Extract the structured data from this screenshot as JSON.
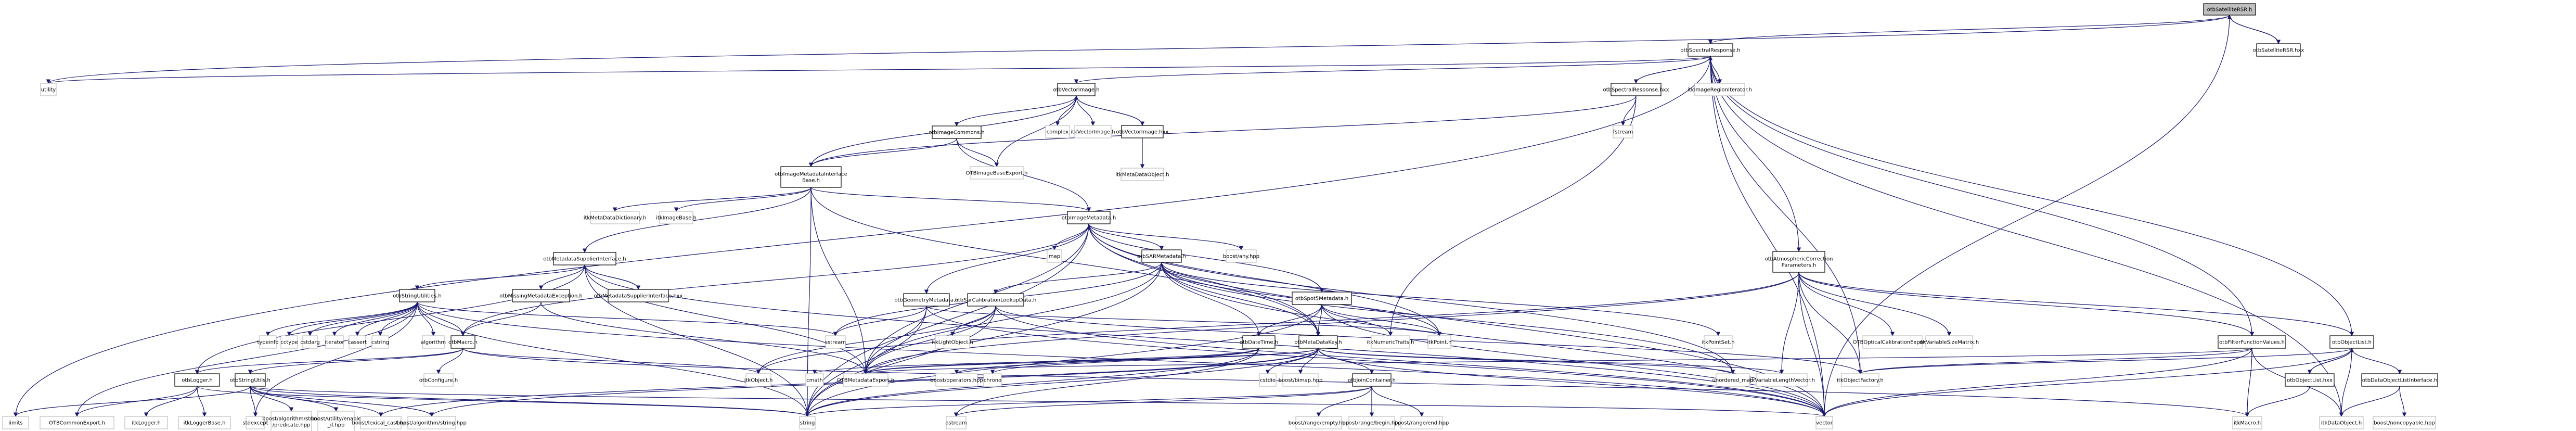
{
  "title": "otbSatelliteRSR.h include dependency graph",
  "colors": {
    "edge": "#191970",
    "root_fill": "#bfbfbf",
    "internal_border": "#000000",
    "external_border": "#bfbfbf"
  },
  "nodes": [
    {
      "id": "root",
      "label": [
        "otbSatelliteRSR.h"
      ],
      "kind": "root"
    },
    {
      "id": "srh",
      "label": [
        "otbSpectralResponse.h"
      ],
      "kind": "internal"
    },
    {
      "id": "rsrhxx",
      "label": [
        "otbSatelliteRSR.hxx"
      ],
      "kind": "internal"
    },
    {
      "id": "utility",
      "label": [
        "utility"
      ],
      "kind": "external"
    },
    {
      "id": "vih",
      "label": [
        "otbVectorImage.h"
      ],
      "kind": "internal"
    },
    {
      "id": "srhxx",
      "label": [
        "otbSpectralResponse.hxx"
      ],
      "kind": "internal"
    },
    {
      "id": "iriter",
      "label": [
        "itkImageRegionIterator.h"
      ],
      "kind": "external"
    },
    {
      "id": "imcommons",
      "label": [
        "otbImageCommons.h"
      ],
      "kind": "internal"
    },
    {
      "id": "complex",
      "label": [
        "complex"
      ],
      "kind": "external"
    },
    {
      "id": "itkvi",
      "label": [
        "itkVectorImage.h"
      ],
      "kind": "external"
    },
    {
      "id": "vihxx",
      "label": [
        "otbVectorImage.hxx"
      ],
      "kind": "internal"
    },
    {
      "id": "fstream",
      "label": [
        "fstream"
      ],
      "kind": "external"
    },
    {
      "id": "imbaseexp",
      "label": [
        "OTBImageBaseExport.h"
      ],
      "kind": "external"
    },
    {
      "id": "mdobj",
      "label": [
        "itkMetaDataObject.h"
      ],
      "kind": "external"
    },
    {
      "id": "imib",
      "label": [
        "otbImageMetadataInterface",
        "Base.h"
      ],
      "kind": "internal"
    },
    {
      "id": "mddict",
      "label": [
        "itkMetaDataDictionary.h"
      ],
      "kind": "external"
    },
    {
      "id": "imbase",
      "label": [
        "itkImageBase.h"
      ],
      "kind": "external"
    },
    {
      "id": "immd",
      "label": [
        "otbImageMetadata.h"
      ],
      "kind": "internal"
    },
    {
      "id": "msi",
      "label": [
        "otbMetadataSupplierInterface.h"
      ],
      "kind": "internal"
    },
    {
      "id": "map",
      "label": [
        "map"
      ],
      "kind": "external"
    },
    {
      "id": "sarmd",
      "label": [
        "otbSARMetadata.h"
      ],
      "kind": "internal"
    },
    {
      "id": "anyhpp",
      "label": [
        "boost/any.hpp"
      ],
      "kind": "external"
    },
    {
      "id": "acp",
      "label": [
        "otbAtmosphericCorrection",
        "Parameters.h"
      ],
      "kind": "internal"
    },
    {
      "id": "strutil",
      "label": [
        "otbStringUtilities.h"
      ],
      "kind": "internal"
    },
    {
      "id": "mme",
      "label": [
        "otbMissingMetadataException.h"
      ],
      "kind": "internal"
    },
    {
      "id": "msihxx",
      "label": [
        "otbMetadataSupplierInterface.hxx"
      ],
      "kind": "internal"
    },
    {
      "id": "geomd",
      "label": [
        "otbGeometryMetadata.h"
      ],
      "kind": "internal"
    },
    {
      "id": "sarcal",
      "label": [
        "otbSarCalibrationLookupData.h"
      ],
      "kind": "internal"
    },
    {
      "id": "spot5",
      "label": [
        "otbSpot5Metadata.h"
      ],
      "kind": "internal"
    },
    {
      "id": "typeinfo",
      "label": [
        "typeinfo"
      ],
      "kind": "external"
    },
    {
      "id": "cctype",
      "label": [
        "cctype"
      ],
      "kind": "external"
    },
    {
      "id": "cstdarg",
      "label": [
        "cstdarg"
      ],
      "kind": "external"
    },
    {
      "id": "iterator",
      "label": [
        "iterator"
      ],
      "kind": "external"
    },
    {
      "id": "cassert",
      "label": [
        "cassert"
      ],
      "kind": "external"
    },
    {
      "id": "cstring",
      "label": [
        "cstring"
      ],
      "kind": "external"
    },
    {
      "id": "algorithm",
      "label": [
        "algorithm"
      ],
      "kind": "external"
    },
    {
      "id": "otbmacro",
      "label": [
        "otbMacro.h"
      ],
      "kind": "internal"
    },
    {
      "id": "sstream",
      "label": [
        "sstream"
      ],
      "kind": "external"
    },
    {
      "id": "lightobj",
      "label": [
        "itkLightObject.h"
      ],
      "kind": "external"
    },
    {
      "id": "datetime",
      "label": [
        "otbDateTime.h"
      ],
      "kind": "internal"
    },
    {
      "id": "mdkey",
      "label": [
        "otbMetaDataKey.h"
      ],
      "kind": "internal"
    },
    {
      "id": "numtraits",
      "label": [
        "itkNumericTraits.h"
      ],
      "kind": "external"
    },
    {
      "id": "itkpoint",
      "label": [
        "itkPoint.h"
      ],
      "kind": "external"
    },
    {
      "id": "itkpointset",
      "label": [
        "itkPointSet.h"
      ],
      "kind": "external"
    },
    {
      "id": "optcalexp",
      "label": [
        "OTBOpticalCalibrationExport.h"
      ],
      "kind": "external"
    },
    {
      "id": "varsizemat",
      "label": [
        "itkVariableSizeMatrix.h"
      ],
      "kind": "external"
    },
    {
      "id": "ffv",
      "label": [
        "otbFilterFunctionValues.h"
      ],
      "kind": "internal"
    },
    {
      "id": "objlist",
      "label": [
        "otbObjectList.h"
      ],
      "kind": "internal"
    },
    {
      "id": "logger",
      "label": [
        "otbLogger.h"
      ],
      "kind": "internal"
    },
    {
      "id": "strutils",
      "label": [
        "otbStringUtils.h"
      ],
      "kind": "internal"
    },
    {
      "id": "configure",
      "label": [
        "otbConfigure.h"
      ],
      "kind": "external"
    },
    {
      "id": "itkobject",
      "label": [
        "itkObject.h"
      ],
      "kind": "external"
    },
    {
      "id": "cmath",
      "label": [
        "cmath"
      ],
      "kind": "external"
    },
    {
      "id": "mdexport",
      "label": [
        "OTBMetadataExport.h"
      ],
      "kind": "external"
    },
    {
      "id": "operators",
      "label": [
        "boost/operators.hpp"
      ],
      "kind": "external"
    },
    {
      "id": "chrono",
      "label": [
        "chrono"
      ],
      "kind": "external"
    },
    {
      "id": "cstdio",
      "label": [
        "cstdio"
      ],
      "kind": "external"
    },
    {
      "id": "bimap",
      "label": [
        "boost/bimap.hpp"
      ],
      "kind": "external"
    },
    {
      "id": "joincont",
      "label": [
        "otbJoinContainer.h"
      ],
      "kind": "internal"
    },
    {
      "id": "unordmap",
      "label": [
        "unordered_map"
      ],
      "kind": "external"
    },
    {
      "id": "varlenvec",
      "label": [
        "itkVariableLengthVector.h"
      ],
      "kind": "external"
    },
    {
      "id": "objfactory",
      "label": [
        "itkObjectFactory.h"
      ],
      "kind": "external"
    },
    {
      "id": "objlisthxx",
      "label": [
        "otbObjectList.hxx"
      ],
      "kind": "internal"
    },
    {
      "id": "dolisti",
      "label": [
        "otbDataObjectListInterface.h"
      ],
      "kind": "internal"
    },
    {
      "id": "limits",
      "label": [
        "limits"
      ],
      "kind": "external"
    },
    {
      "id": "commonexp",
      "label": [
        "OTBCommonExport.h"
      ],
      "kind": "external"
    },
    {
      "id": "itklogger",
      "label": [
        "itkLogger.h"
      ],
      "kind": "external"
    },
    {
      "id": "loggerbase",
      "label": [
        "itkLoggerBase.h"
      ],
      "kind": "external"
    },
    {
      "id": "stdexcept",
      "label": [
        "stdexcept"
      ],
      "kind": "external"
    },
    {
      "id": "predicate",
      "label": [
        "boost/algorithm/string",
        "/predicate.hpp"
      ],
      "kind": "external"
    },
    {
      "id": "enableif",
      "label": [
        "boost/utility/enable",
        "_if.hpp"
      ],
      "kind": "external"
    },
    {
      "id": "lexcast",
      "label": [
        "boost/lexical_cast.hpp"
      ],
      "kind": "external"
    },
    {
      "id": "algstring",
      "label": [
        "boost/algorithm/string.hpp"
      ],
      "kind": "external"
    },
    {
      "id": "string",
      "label": [
        "string"
      ],
      "kind": "external"
    },
    {
      "id": "ostream",
      "label": [
        "ostream"
      ],
      "kind": "external"
    },
    {
      "id": "rangeempty",
      "label": [
        "boost/range/empty.hpp"
      ],
      "kind": "external"
    },
    {
      "id": "rangebegin",
      "label": [
        "boost/range/begin.hpp"
      ],
      "kind": "external"
    },
    {
      "id": "rangeend",
      "label": [
        "boost/range/end.hpp"
      ],
      "kind": "external"
    },
    {
      "id": "vector",
      "label": [
        "vector"
      ],
      "kind": "external"
    },
    {
      "id": "itkmacro",
      "label": [
        "itkMacro.h"
      ],
      "kind": "external"
    },
    {
      "id": "dataobj",
      "label": [
        "itkDataObject.h"
      ],
      "kind": "external"
    },
    {
      "id": "noncopy",
      "label": [
        "boost/noncopyable.hpp"
      ],
      "kind": "external"
    }
  ],
  "edges": [
    [
      "root",
      "srh"
    ],
    [
      "root",
      "rsrhxx"
    ],
    [
      "root",
      "utility"
    ],
    [
      "root",
      "vector"
    ],
    [
      "rsrhxx",
      "root"
    ],
    [
      "srh",
      "utility"
    ],
    [
      "srh",
      "vih"
    ],
    [
      "srh",
      "srhxx"
    ],
    [
      "srh",
      "iriter"
    ],
    [
      "srh",
      "acp"
    ],
    [
      "srh",
      "ffv"
    ],
    [
      "srh",
      "objlist"
    ],
    [
      "srh",
      "vector"
    ],
    [
      "srh",
      "limits"
    ],
    [
      "srh",
      "objfactory"
    ],
    [
      "srh",
      "dataobj"
    ],
    [
      "srhxx",
      "srh"
    ],
    [
      "srhxx",
      "fstream"
    ],
    [
      "srhxx",
      "numtraits"
    ],
    [
      "srhxx",
      "imib"
    ],
    [
      "vih",
      "imcommons"
    ],
    [
      "vih",
      "complex"
    ],
    [
      "vih",
      "itkvi"
    ],
    [
      "vih",
      "vihxx"
    ],
    [
      "vih",
      "imbaseexp"
    ],
    [
      "vih",
      "imib"
    ],
    [
      "vihxx",
      "vih"
    ],
    [
      "vihxx",
      "mdobj"
    ],
    [
      "imcommons",
      "imib"
    ],
    [
      "imcommons",
      "imbaseexp"
    ],
    [
      "imcommons",
      "immd"
    ],
    [
      "imib",
      "mddict"
    ],
    [
      "imib",
      "imbase"
    ],
    [
      "imib",
      "msi"
    ],
    [
      "imib",
      "immd"
    ],
    [
      "imib",
      "mdexport"
    ],
    [
      "imib",
      "string"
    ],
    [
      "imib",
      "mdkey"
    ],
    [
      "immd",
      "map"
    ],
    [
      "immd",
      "sarmd"
    ],
    [
      "immd",
      "anyhpp"
    ],
    [
      "immd",
      "geomd"
    ],
    [
      "immd",
      "spot5"
    ],
    [
      "immd",
      "mdkey"
    ],
    [
      "immd",
      "mdexport"
    ],
    [
      "immd",
      "string"
    ],
    [
      "immd",
      "vector"
    ],
    [
      "immd",
      "otbmacro"
    ],
    [
      "immd",
      "unordmap"
    ],
    [
      "immd",
      "itkpoint"
    ],
    [
      "msi",
      "strutil"
    ],
    [
      "msi",
      "mme"
    ],
    [
      "msi",
      "msihxx"
    ],
    [
      "msi",
      "mdexport"
    ],
    [
      "msi",
      "string"
    ],
    [
      "msi",
      "logger"
    ],
    [
      "msi",
      "vector"
    ],
    [
      "msihxx",
      "msi"
    ],
    [
      "sarmd",
      "sarcal"
    ],
    [
      "sarmd",
      "datetime"
    ],
    [
      "sarmd",
      "mdkey"
    ],
    [
      "sarmd",
      "string"
    ],
    [
      "sarmd",
      "vector"
    ],
    [
      "sarmd",
      "itkpoint"
    ],
    [
      "sarmd",
      "itkpointset"
    ],
    [
      "sarmd",
      "mdexport"
    ],
    [
      "sarmd",
      "sstream"
    ],
    [
      "sarmd",
      "unordmap"
    ],
    [
      "acp",
      "optcalexp"
    ],
    [
      "acp",
      "varsizemat"
    ],
    [
      "acp",
      "ffv"
    ],
    [
      "acp",
      "objlist"
    ],
    [
      "acp",
      "varlenvec"
    ],
    [
      "acp",
      "objfactory"
    ],
    [
      "acp",
      "vector"
    ],
    [
      "acp",
      "mdexport"
    ],
    [
      "acp",
      "itkobject"
    ],
    [
      "strutil",
      "typeinfo"
    ],
    [
      "strutil",
      "cctype"
    ],
    [
      "strutil",
      "cstdarg"
    ],
    [
      "strutil",
      "iterator"
    ],
    [
      "strutil",
      "cassert"
    ],
    [
      "strutil",
      "cstring"
    ],
    [
      "strutil",
      "algorithm"
    ],
    [
      "strutil",
      "otbmacro"
    ],
    [
      "strutil",
      "stdexcept"
    ],
    [
      "strutil",
      "string"
    ],
    [
      "strutil",
      "vector"
    ],
    [
      "strutil",
      "sstream"
    ],
    [
      "strutil",
      "commonexp"
    ],
    [
      "mme",
      "otbmacro"
    ],
    [
      "mme",
      "mdexport"
    ],
    [
      "geomd",
      "sstream"
    ],
    [
      "geomd",
      "mdexport"
    ],
    [
      "geomd",
      "string"
    ],
    [
      "geomd",
      "vector"
    ],
    [
      "geomd",
      "itkpoint"
    ],
    [
      "sarcal",
      "lightobj"
    ],
    [
      "sarcal",
      "mdexport"
    ],
    [
      "sarcal",
      "string"
    ],
    [
      "sarcal",
      "vector"
    ],
    [
      "sarcal",
      "itkobject"
    ],
    [
      "sarcal",
      "objfactory"
    ],
    [
      "spot5",
      "datetime"
    ],
    [
      "spot5",
      "mdkey"
    ],
    [
      "spot5",
      "numtraits"
    ],
    [
      "spot5",
      "itkpoint"
    ],
    [
      "spot5",
      "string"
    ],
    [
      "spot5",
      "vector"
    ],
    [
      "otbmacro",
      "configure"
    ],
    [
      "otbmacro",
      "itkobject"
    ],
    [
      "otbmacro",
      "logger"
    ],
    [
      "otbmacro",
      "strutils"
    ],
    [
      "otbmacro",
      "itkmacro"
    ],
    [
      "datetime",
      "chrono"
    ],
    [
      "datetime",
      "operators"
    ],
    [
      "datetime",
      "mdexport"
    ],
    [
      "datetime",
      "string"
    ],
    [
      "datetime",
      "ostream"
    ],
    [
      "mdkey",
      "cstdio"
    ],
    [
      "mdkey",
      "bimap"
    ],
    [
      "mdkey",
      "joincont"
    ],
    [
      "mdkey",
      "mdexport"
    ],
    [
      "mdkey",
      "string"
    ],
    [
      "mdkey",
      "vector"
    ],
    [
      "mdkey",
      "cmath"
    ],
    [
      "mdkey",
      "unordmap"
    ],
    [
      "mdkey",
      "varlenvec"
    ],
    [
      "mdkey",
      "lexcast"
    ],
    [
      "mdkey",
      "algstring"
    ],
    [
      "joincont",
      "rangeempty"
    ],
    [
      "joincont",
      "rangebegin"
    ],
    [
      "joincont",
      "rangeend"
    ],
    [
      "joincont",
      "string"
    ],
    [
      "joincont",
      "ostream"
    ],
    [
      "ffv",
      "itkmacro"
    ],
    [
      "ffv",
      "dataobj"
    ],
    [
      "ffv",
      "vector"
    ],
    [
      "ffv",
      "objfactory"
    ],
    [
      "ffv",
      "mdexport"
    ],
    [
      "objlist",
      "objlisthxx"
    ],
    [
      "objlist",
      "dolisti"
    ],
    [
      "objlist",
      "dataobj"
    ],
    [
      "objlist",
      "vector"
    ],
    [
      "objlist",
      "objfactory"
    ],
    [
      "objlisthxx",
      "objlist"
    ],
    [
      "objlisthxx",
      "itkmacro"
    ],
    [
      "dolisti",
      "dataobj"
    ],
    [
      "dolisti",
      "noncopy"
    ],
    [
      "logger",
      "itklogger"
    ],
    [
      "logger",
      "loggerbase"
    ],
    [
      "logger",
      "commonexp"
    ],
    [
      "logger",
      "string"
    ],
    [
      "strutils",
      "stdexcept"
    ],
    [
      "strutils",
      "predicate"
    ],
    [
      "strutils",
      "enableif"
    ],
    [
      "strutils",
      "lexcast"
    ],
    [
      "strutils",
      "algstring"
    ],
    [
      "strutils",
      "string"
    ],
    [
      "strutils",
      "vector"
    ],
    [
      "strutils",
      "limits"
    ]
  ]
}
